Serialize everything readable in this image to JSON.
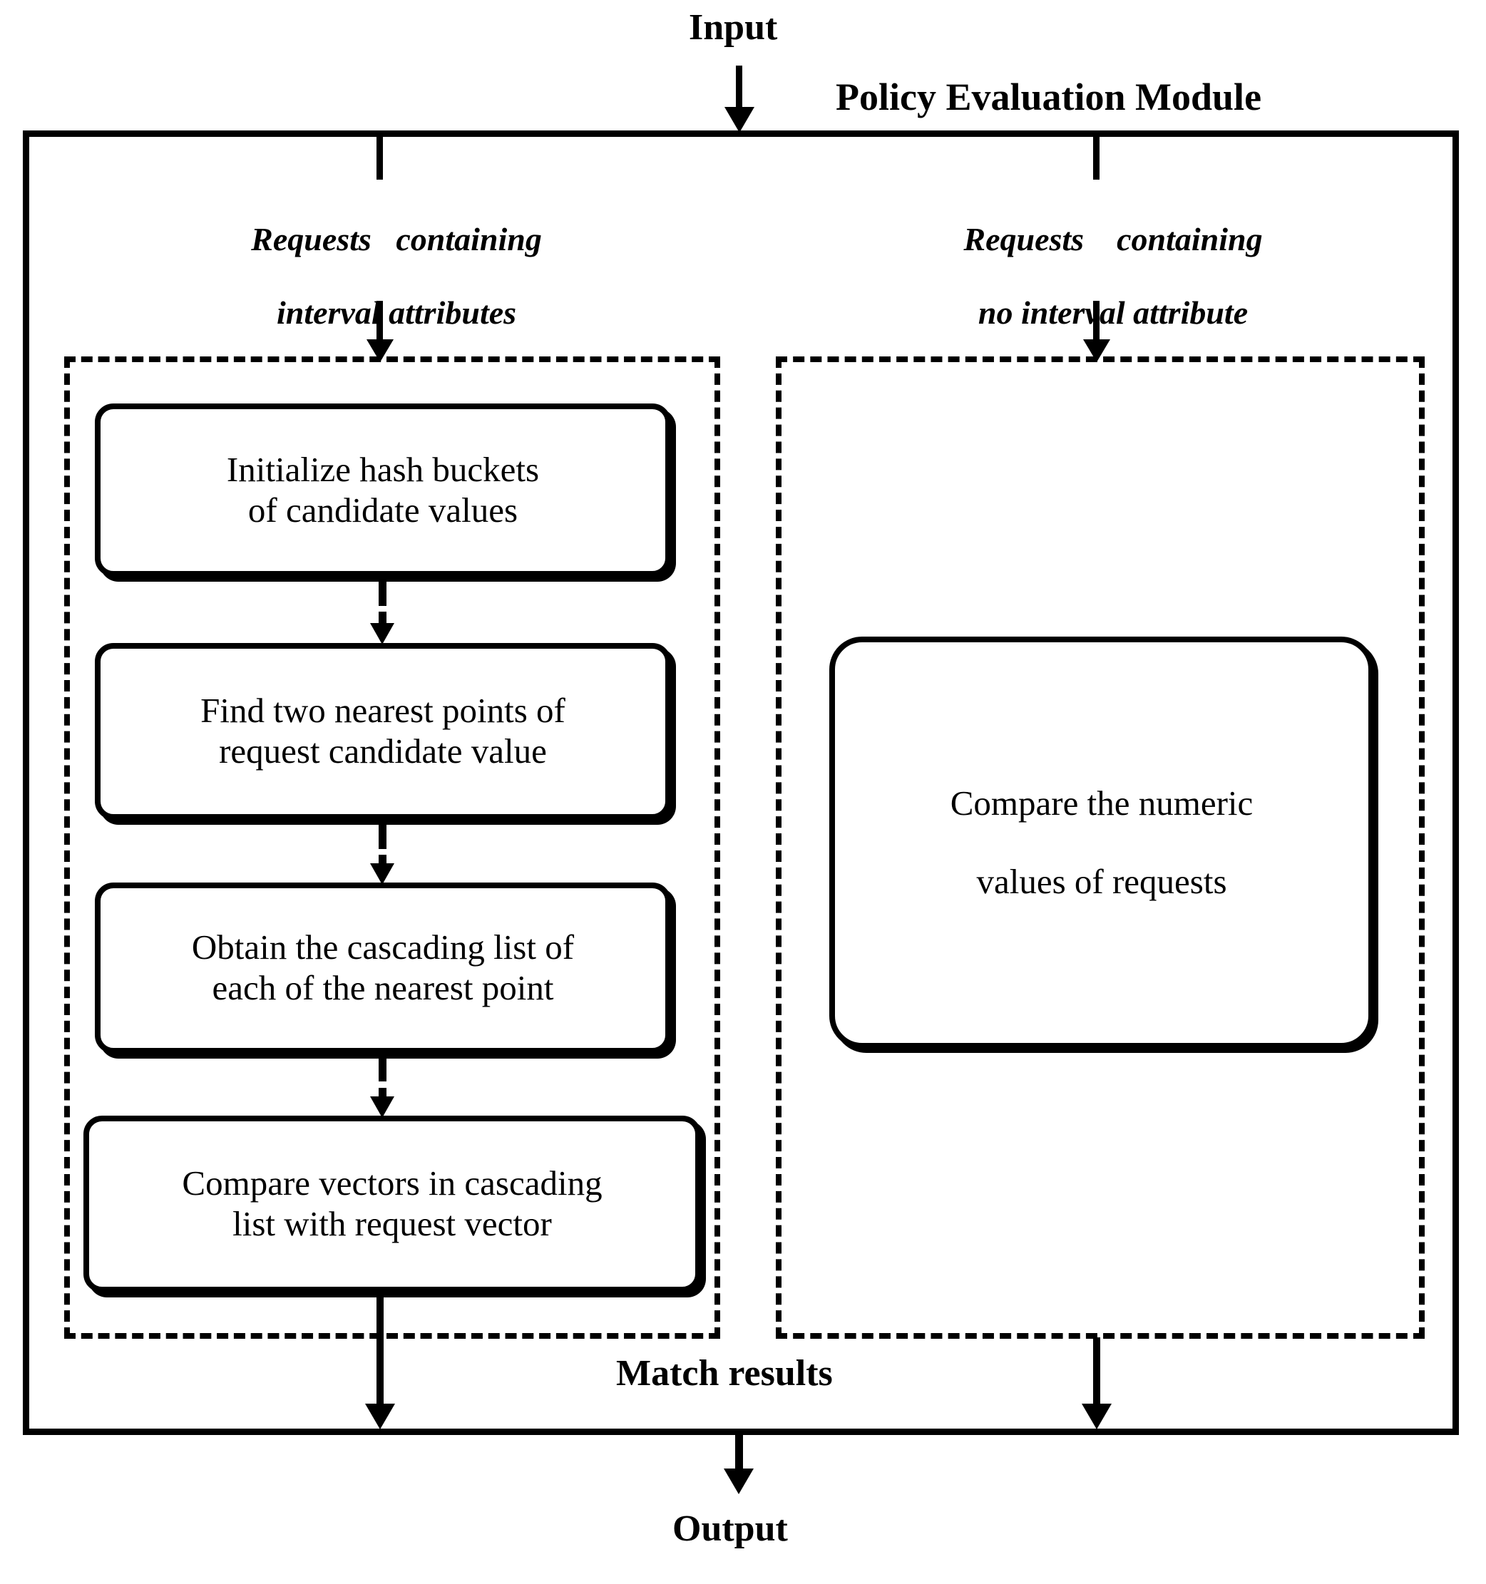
{
  "diagram": {
    "title": "Policy Evaluation Module",
    "input_label": "Input",
    "output_label": "Output",
    "match_results_label": "Match results",
    "branches": [
      {
        "id": "interval",
        "label_line1": "Requests   containing",
        "label_line2": "interval attributes",
        "steps": [
          {
            "line1": "Initialize hash buckets",
            "line2": "of candidate values"
          },
          {
            "line1": "Find two nearest points of",
            "line2": "request candidate value"
          },
          {
            "line1": "Obtain the cascading list of",
            "line2": "each of the nearest point"
          },
          {
            "line1": "Compare vectors in cascading",
            "line2": "list with request vector"
          }
        ]
      },
      {
        "id": "no-interval",
        "label_line1": "Requests    containing",
        "label_line2": "no interval attribute",
        "steps": [
          {
            "line1": "Compare the numeric",
            "line2": "values of requests"
          }
        ]
      }
    ],
    "colors": {
      "stroke": "#000000",
      "background": "#ffffff"
    }
  }
}
